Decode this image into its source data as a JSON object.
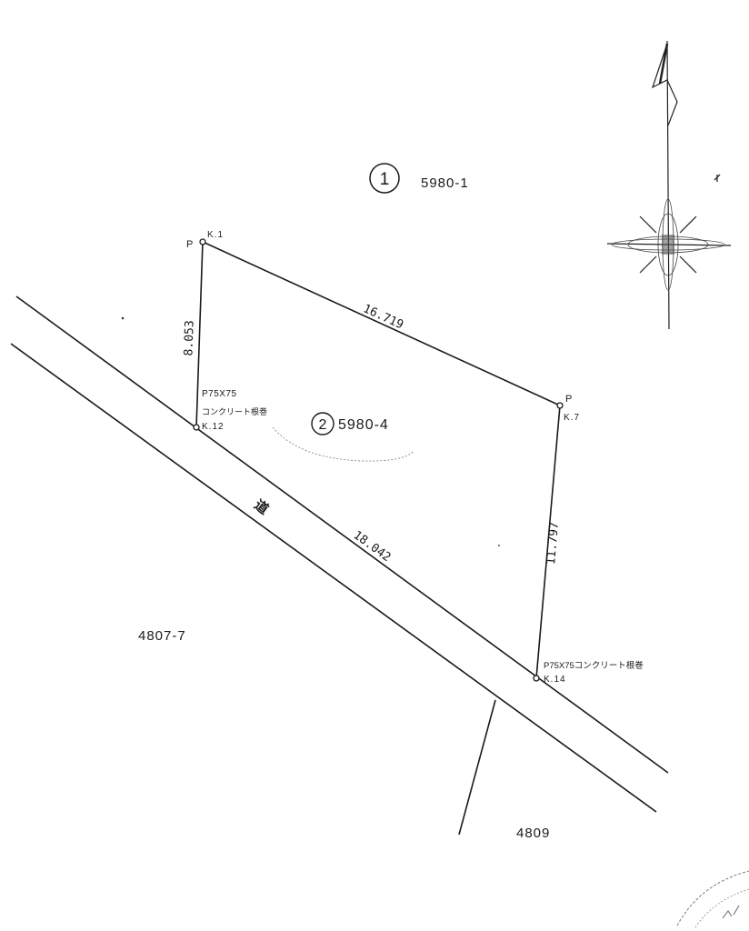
{
  "parcels": {
    "north": {
      "number": "1",
      "lot": "5980-1"
    },
    "subject": {
      "number": "2",
      "lot": "5980-4"
    },
    "west": {
      "lot": "4807-7"
    },
    "south": {
      "lot": "4809"
    }
  },
  "road": {
    "label": "道"
  },
  "points": {
    "k1": {
      "type": "P",
      "name": "K.1"
    },
    "k7": {
      "type": "P",
      "name": "K.7"
    },
    "k12": {
      "type": "P75X75",
      "material": "コンクリート根巻",
      "name": "K.12"
    },
    "k14": {
      "label": "P75X75コンクリート根巻",
      "name": "K.14"
    }
  },
  "dimensions": {
    "north_side": "16.719",
    "west_side": "8.053",
    "east_side": "11.797",
    "south_side": "18.042"
  },
  "compass": {
    "icon": "north-arrow-icon"
  }
}
